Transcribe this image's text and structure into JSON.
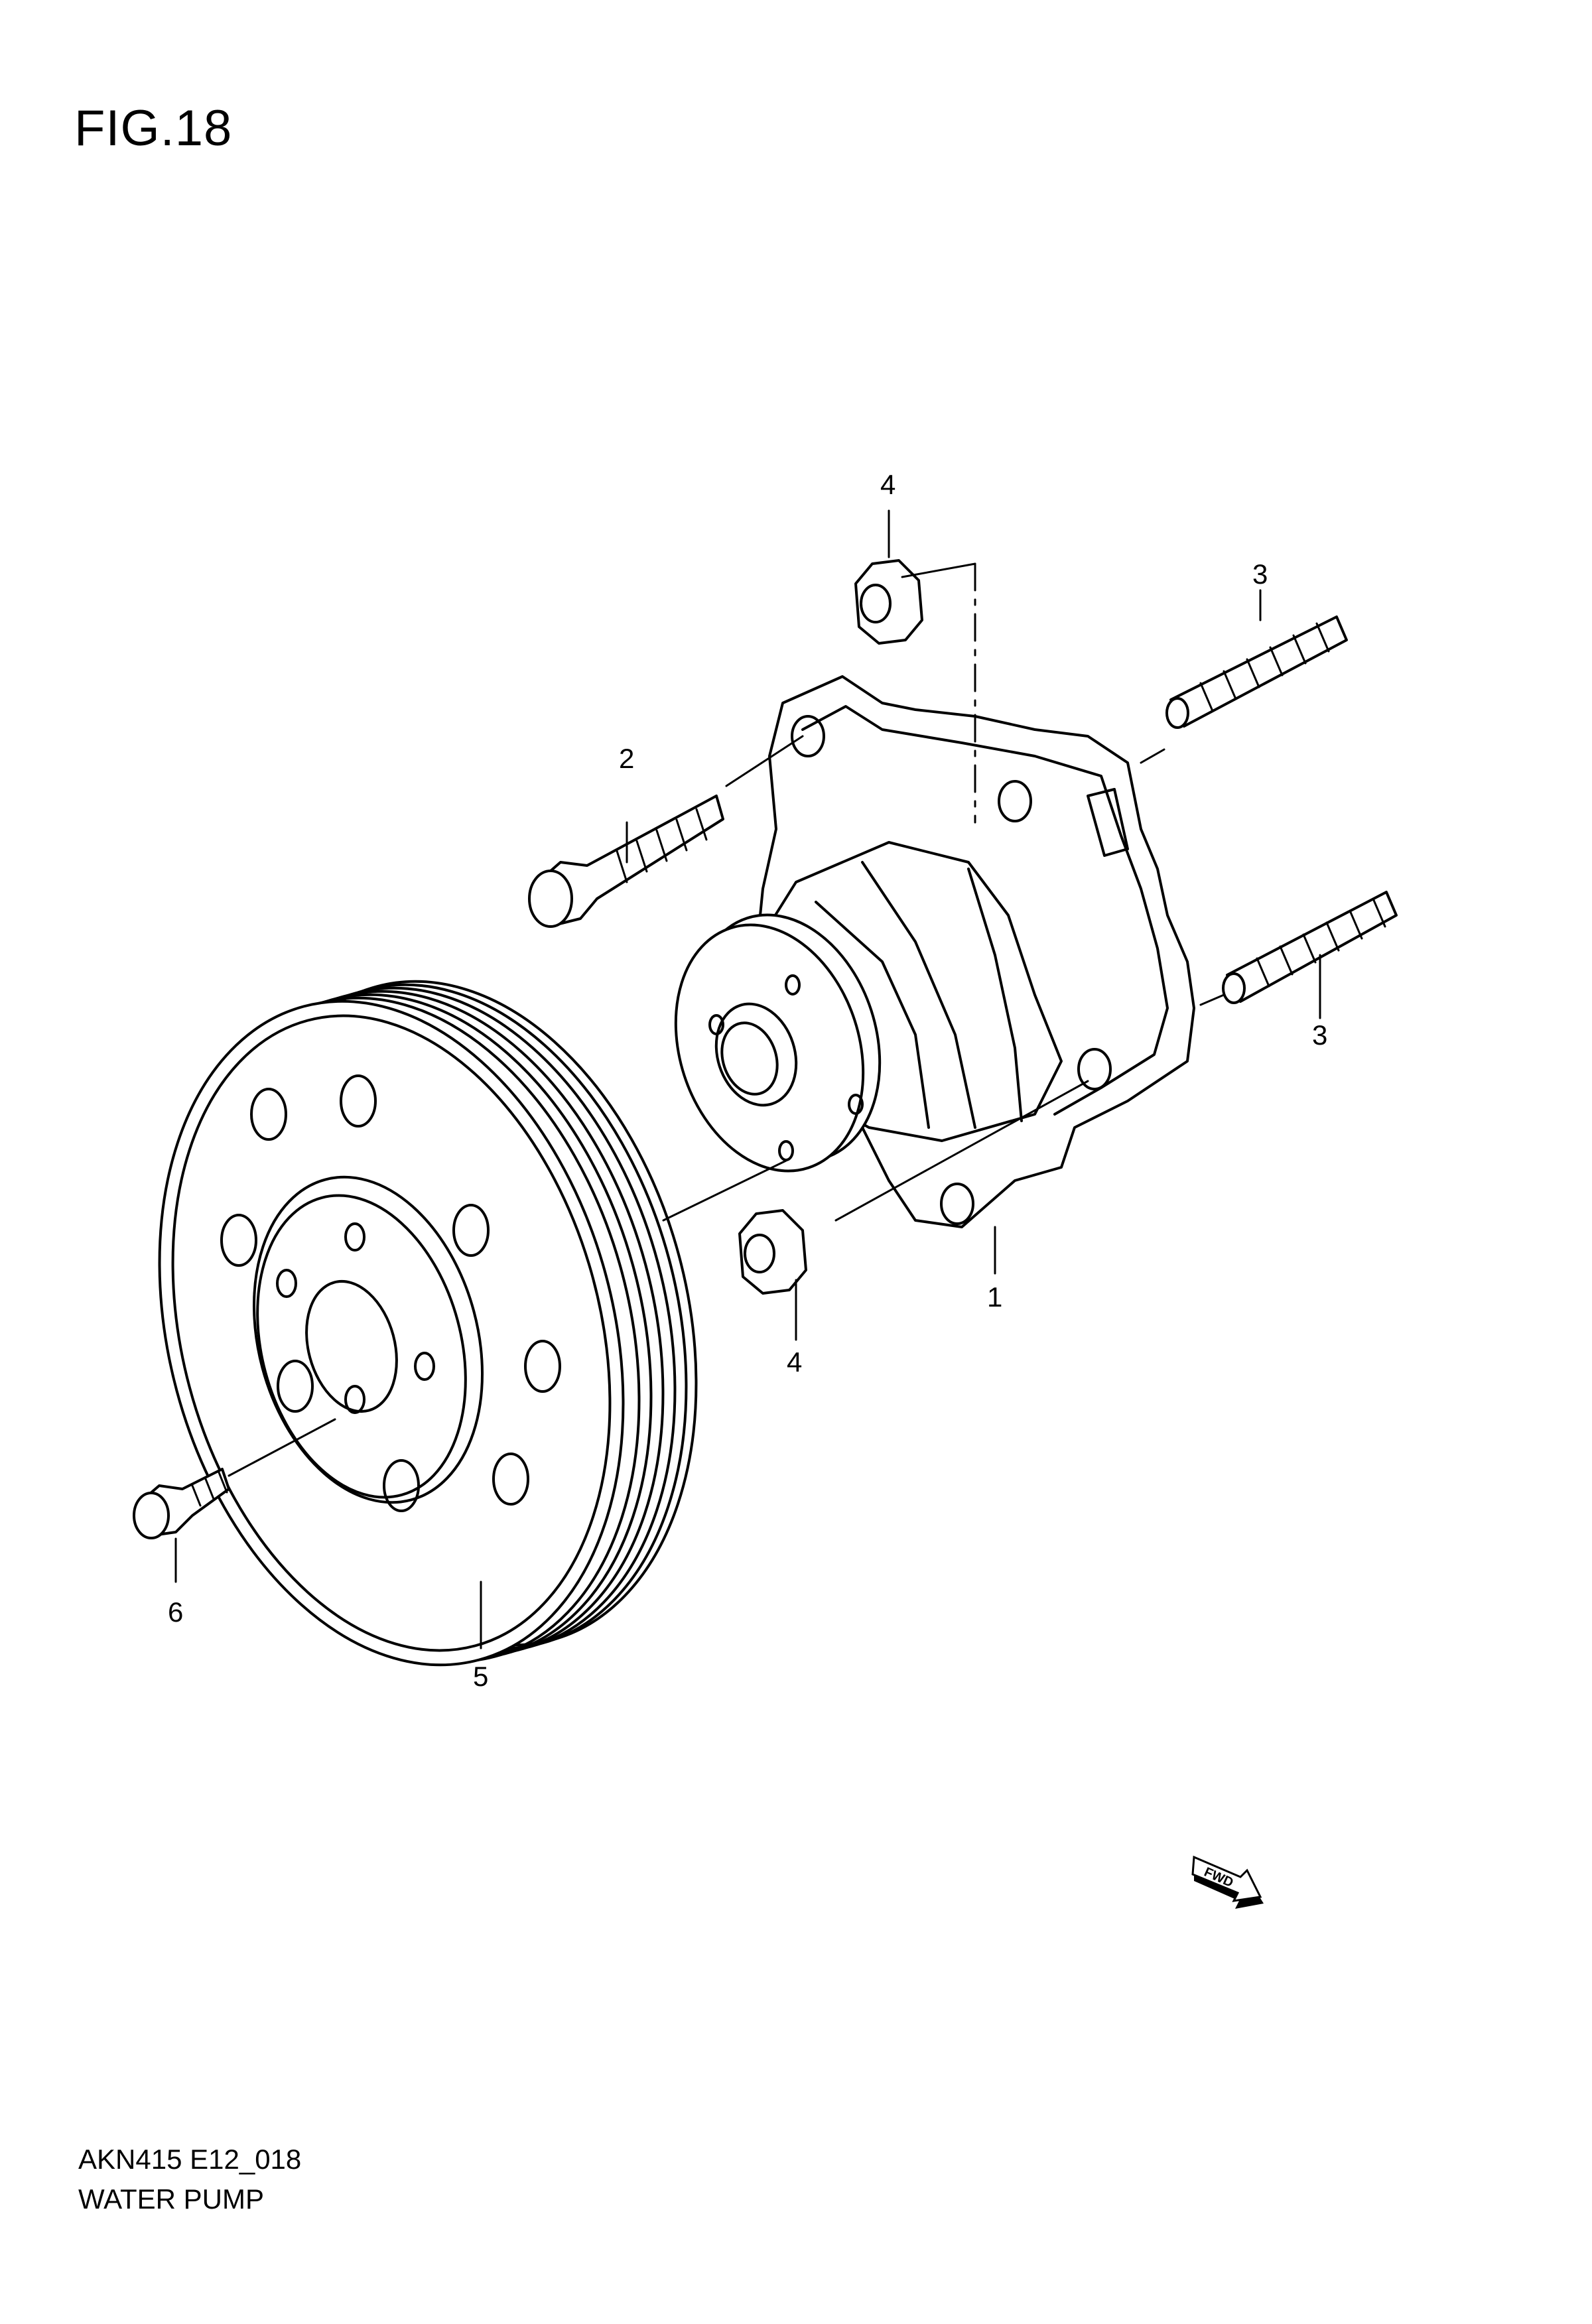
{
  "figure": {
    "title": "FIG.18",
    "code": "AKN415 E12_018",
    "name": "WATER PUMP"
  },
  "callouts": [
    {
      "id": "c1",
      "label": "1"
    },
    {
      "id": "c2",
      "label": "2"
    },
    {
      "id": "c3a",
      "label": "3"
    },
    {
      "id": "c3b",
      "label": "3"
    },
    {
      "id": "c4a",
      "label": "4"
    },
    {
      "id": "c4b",
      "label": "4"
    },
    {
      "id": "c5",
      "label": "5"
    },
    {
      "id": "c6",
      "label": "6"
    }
  ],
  "fwd_badge": "FWD",
  "parts": [
    {
      "ref": "1",
      "part": "water-pump"
    },
    {
      "ref": "2",
      "part": "bolt"
    },
    {
      "ref": "3",
      "part": "stud"
    },
    {
      "ref": "4",
      "part": "nut"
    },
    {
      "ref": "5",
      "part": "pulley"
    },
    {
      "ref": "6",
      "part": "bolt"
    }
  ]
}
